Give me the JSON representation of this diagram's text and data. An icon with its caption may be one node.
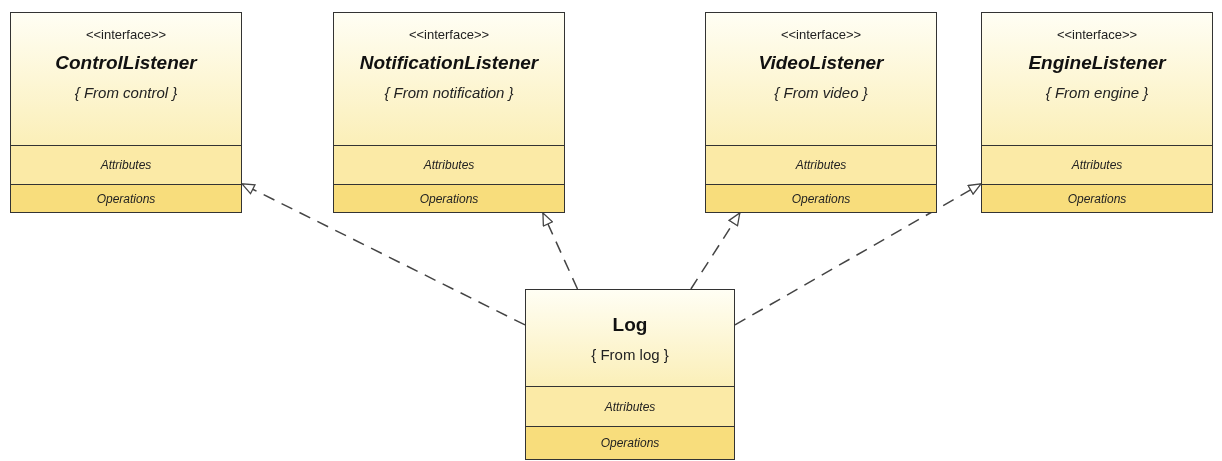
{
  "diagram": {
    "nodes": [
      {
        "text": [
          "<<interface>>",
          "ControlListener",
          "{ From control }",
          "Attributes",
          "Operations"
        ]
      },
      {
        "text": [
          "<<interface>>",
          "NotificationListener",
          "{ From notification }",
          "Attributes",
          "Operations"
        ]
      },
      {
        "text": [
          "<<interface>>",
          "VideoListener",
          "{ From video }",
          "Attributes",
          "Operations"
        ]
      },
      {
        "text": [
          "<<interface>>",
          "EngineListener",
          "{ From engine }",
          "Attributes",
          "Operations"
        ]
      },
      {
        "text": [
          "Log",
          "{ From log }",
          "Attributes",
          "Operations"
        ]
      }
    ],
    "edges": [
      {
        "from": 4,
        "to": 0,
        "arrow": "to",
        "style": "dashed"
      },
      {
        "from": 4,
        "to": 1,
        "arrow": "to",
        "style": "dashed"
      },
      {
        "from": 4,
        "to": 2,
        "arrow": "to",
        "style": "dashed"
      },
      {
        "from": 4,
        "to": 3,
        "arrow": "to",
        "style": "dashed"
      }
    ]
  }
}
